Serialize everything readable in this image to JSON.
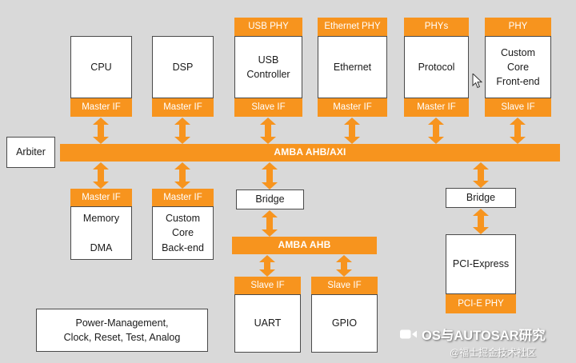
{
  "colors": {
    "orange": "#F7941E",
    "background": "#D9D9D9",
    "block_border": "#4A4A4A"
  },
  "icons": {
    "watermark": "video-camera-icon",
    "cursor": "mouse-cursor-icon"
  },
  "bus": {
    "main": "AMBA AHB/AXI",
    "secondary": "AMBA AHB"
  },
  "arbiter": {
    "label": "Arbiter"
  },
  "top_columns": {
    "cpu": {
      "body": "CPU",
      "if_label": "Master IF"
    },
    "dsp": {
      "body": "DSP",
      "if_label": "Master IF"
    },
    "usb": {
      "phy": "USB PHY",
      "body": "USB\nController",
      "if_label": "Slave IF"
    },
    "ethernet": {
      "phy": "Ethernet PHY",
      "body": "Ethernet",
      "if_label": "Master IF"
    },
    "protocol": {
      "phy": "PHYs",
      "body": "Protocol",
      "if_label": "Master IF"
    },
    "custom_front": {
      "phy": "PHY",
      "body": "Custom\nCore\nFront-end",
      "if_label": "Slave IF"
    }
  },
  "bottom_left": {
    "memory": {
      "if_label": "Master IF",
      "body": "Memory\n\nDMA"
    },
    "custom_back": {
      "if_label": "Master IF",
      "body": "Custom\nCore\nBack-end"
    }
  },
  "center_branch": {
    "bridge": "Bridge",
    "uart": {
      "if_label": "Slave IF",
      "body": "UART"
    },
    "gpio": {
      "if_label": "Slave IF",
      "body": "GPIO"
    }
  },
  "right_branch": {
    "bridge": "Bridge",
    "pci": {
      "body": "PCI-Express",
      "phy": "PCI-E PHY"
    }
  },
  "power_block": {
    "body": "Power-Management,\nClock, Reset, Test, Analog"
  },
  "watermark": {
    "line1": "OS与AUTOSAR研究",
    "line2": "@福士掘金技术社区"
  }
}
